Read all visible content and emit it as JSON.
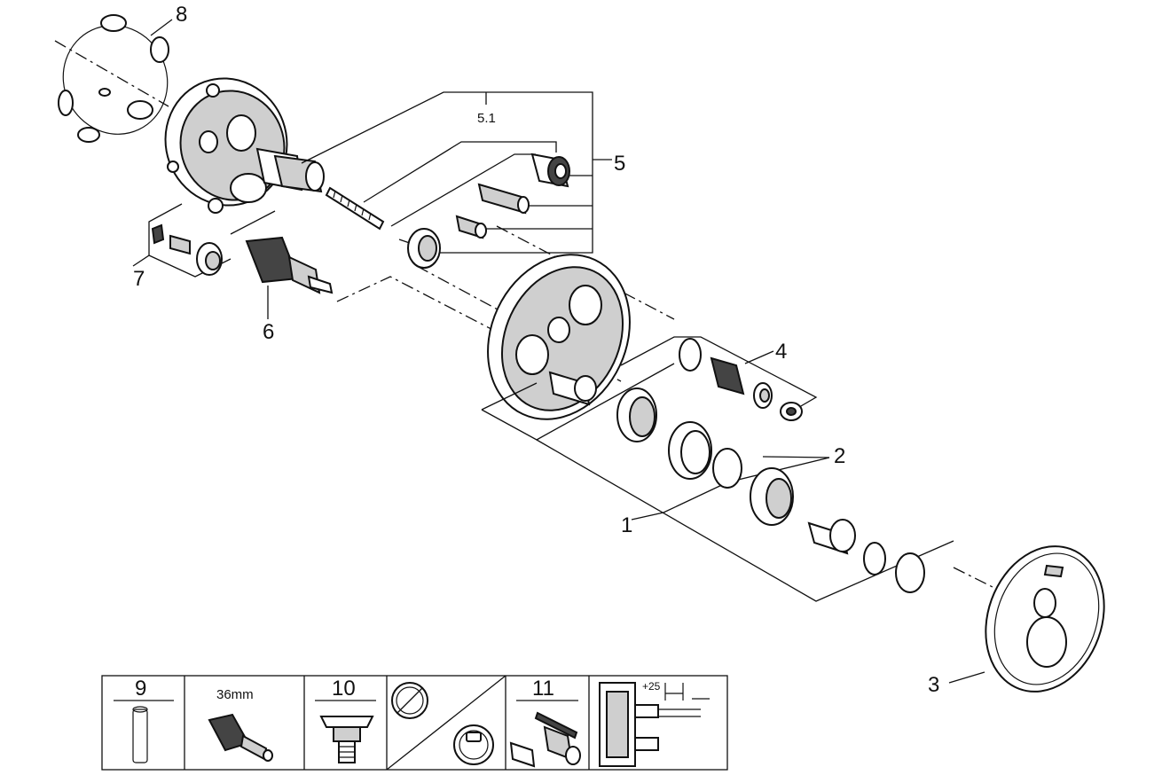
{
  "callouts": {
    "c1": "1",
    "c2": "2",
    "c3": "3",
    "c4": "4",
    "c5": "5",
    "c5_1": "5.1",
    "c6": "6",
    "c7": "7",
    "c8": "8"
  },
  "legend": {
    "cell_9": "9",
    "cell_36mm": "36mm",
    "cell_10": "10",
    "cell_11": "11",
    "cell_plus25": "+25"
  }
}
